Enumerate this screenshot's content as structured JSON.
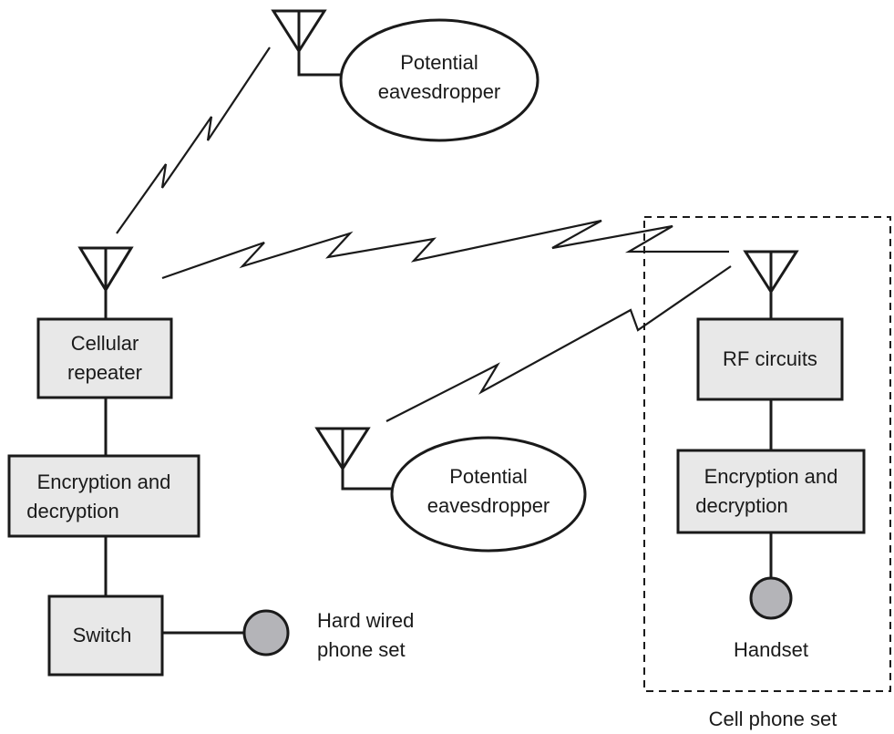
{
  "diagram": {
    "eavesdropper_top": [
      "Potential",
      "eavesdropper"
    ],
    "eavesdropper_mid": [
      "Potential",
      "eavesdropper"
    ],
    "cellular_repeater": [
      "Cellular",
      "repeater"
    ],
    "encryption_left": [
      "Encryption and",
      "decryption"
    ],
    "switch": "Switch",
    "hard_wired": [
      "Hard wired",
      "phone set"
    ],
    "rf_circuits": "RF circuits",
    "encryption_right": [
      "Encryption and",
      "decryption"
    ],
    "handset": "Handset",
    "cell_phone_set": "Cell phone set"
  }
}
